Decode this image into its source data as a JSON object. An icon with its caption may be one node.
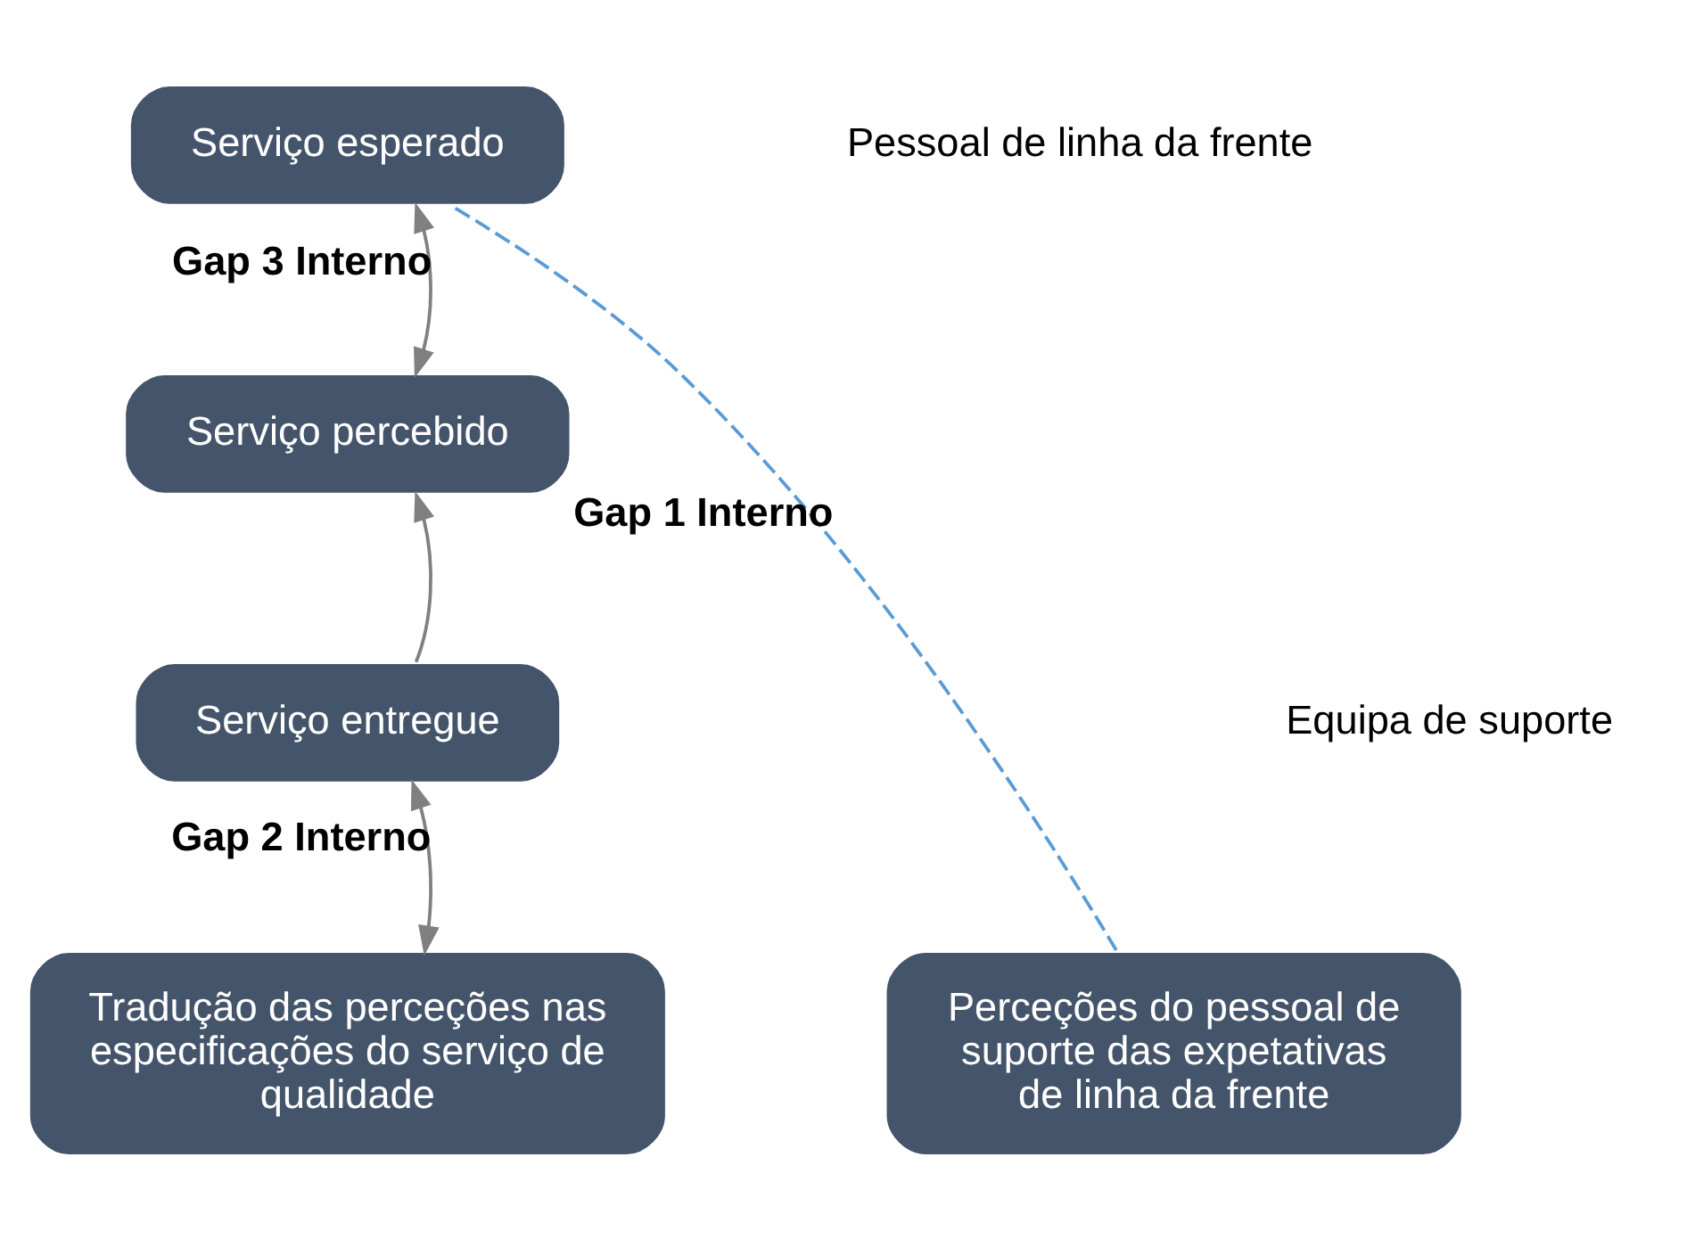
{
  "diagram": {
    "nodes": [
      {
        "text": [
          "Serviço esperado"
        ]
      },
      {
        "text": [
          "Serviço percebido"
        ]
      },
      {
        "text": [
          "Serviço entregue"
        ]
      },
      {
        "text": [
          "Perceções do pessoal de suporte das expetativas de linha da frente"
        ]
      },
      {
        "text": [
          "Tradução das perceções nas especificações do serviço de qualidade"
        ]
      }
    ],
    "edges": [
      {
        "from": 0,
        "to": 1,
        "arrow": "both",
        "label": "Gap 3 Interno",
        "color": "#808080"
      },
      {
        "from": 2,
        "to": 1,
        "arrow": "to",
        "color": "#808080"
      },
      {
        "from": 2,
        "to": 4,
        "arrow": "both",
        "label": "Gap 2 Interno",
        "color": "#808080"
      },
      {
        "from": 3,
        "to": 0,
        "arrow": "none",
        "label": "Gap 1 Interno",
        "style": "dashed",
        "color": "#5b9bd5"
      }
    ],
    "labels": [
      "Pessoal de linha da frente",
      "Equipa de suporte"
    ]
  }
}
